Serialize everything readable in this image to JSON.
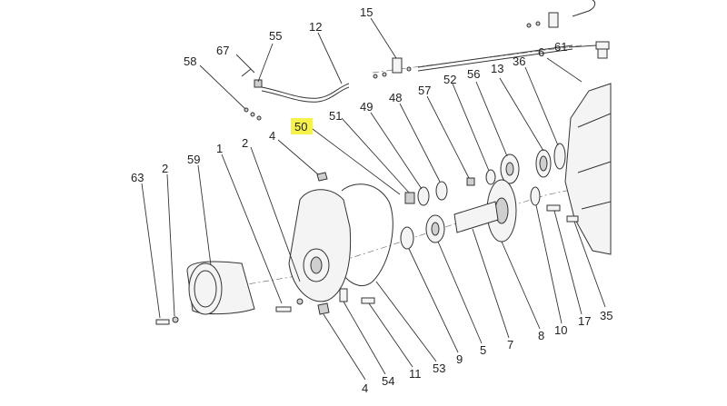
{
  "highlight": {
    "callout": "50",
    "color": "#f7f24a"
  },
  "callouts": [
    {
      "id": "c15",
      "text": "15"
    },
    {
      "id": "c12",
      "text": "12"
    },
    {
      "id": "c67",
      "text": "67"
    },
    {
      "id": "c55",
      "text": "55"
    },
    {
      "id": "c58",
      "text": "58"
    },
    {
      "id": "c61",
      "text": "61"
    },
    {
      "id": "c6",
      "text": "6"
    },
    {
      "id": "c36",
      "text": "36"
    },
    {
      "id": "c13",
      "text": "13"
    },
    {
      "id": "c56",
      "text": "56"
    },
    {
      "id": "c52",
      "text": "52"
    },
    {
      "id": "c57",
      "text": "57"
    },
    {
      "id": "c48",
      "text": "48"
    },
    {
      "id": "c49",
      "text": "49"
    },
    {
      "id": "c51",
      "text": "51"
    },
    {
      "id": "c50",
      "text": "50"
    },
    {
      "id": "c4a",
      "text": "4"
    },
    {
      "id": "c2a",
      "text": "2"
    },
    {
      "id": "c1",
      "text": "1"
    },
    {
      "id": "c59",
      "text": "59"
    },
    {
      "id": "c2b",
      "text": "2"
    },
    {
      "id": "c63",
      "text": "63"
    },
    {
      "id": "c4b",
      "text": "4"
    },
    {
      "id": "c54",
      "text": "54"
    },
    {
      "id": "c11",
      "text": "11"
    },
    {
      "id": "c53",
      "text": "53"
    },
    {
      "id": "c9",
      "text": "9"
    },
    {
      "id": "c5",
      "text": "5"
    },
    {
      "id": "c7",
      "text": "7"
    },
    {
      "id": "c8",
      "text": "8"
    },
    {
      "id": "c10",
      "text": "10"
    },
    {
      "id": "c17",
      "text": "17"
    },
    {
      "id": "c35",
      "text": "35"
    }
  ]
}
